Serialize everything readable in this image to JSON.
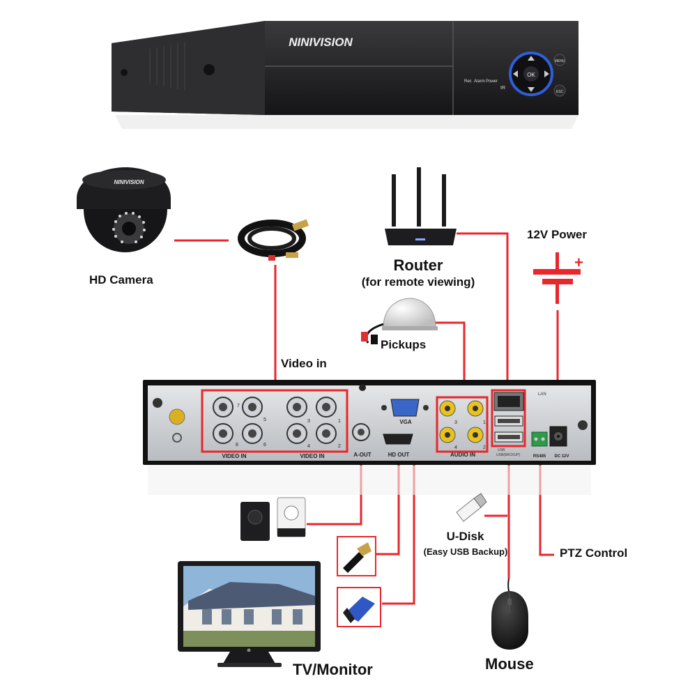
{
  "dvr_front": {
    "brand": "NINIVISION",
    "indicators": [
      "Rec",
      "Alarm",
      "Power"
    ],
    "ir_label": "IR",
    "ok_label": "OK",
    "menu_label": "MENU",
    "esc_label": "ESC"
  },
  "camera": {
    "brand": "NINIVISION",
    "label": "HD Camera"
  },
  "router": {
    "title": "Router",
    "subtitle": "(for remote viewing)"
  },
  "power": {
    "label": "12V Power",
    "plus": "+"
  },
  "pickups": {
    "label": "Pickups"
  },
  "video_in": {
    "label": "Video in"
  },
  "dvr_back": {
    "group_a_numbers": [
      "7",
      "5",
      "8",
      "6"
    ],
    "group_b_numbers": [
      "3",
      "1",
      "4",
      "2"
    ],
    "video_in_label_a": "VIDEO IN",
    "video_in_label_b": "VIDEO IN",
    "a_out": "A-OUT",
    "vga": "VGA",
    "hd_out": "HD OUT",
    "audio_numbers": [
      "3",
      "1",
      "4",
      "2"
    ],
    "audio_in": "AUDIO IN",
    "lan": "LAN",
    "usb": "USB",
    "usb_backup": "USB(BACKUP)",
    "rs485": "RS485",
    "dc12v": "DC 12V"
  },
  "udisk": {
    "title": "U-Disk",
    "subtitle": "(Easy USB Backup)"
  },
  "ptz": {
    "label": "PTZ Control"
  },
  "monitor": {
    "label": "TV/Monitor"
  },
  "mouse": {
    "label": "Mouse"
  },
  "colors": {
    "connector_red": "#e8262b",
    "device_black": "#1b1b1d",
    "panel_grey": "#c9cbce"
  }
}
